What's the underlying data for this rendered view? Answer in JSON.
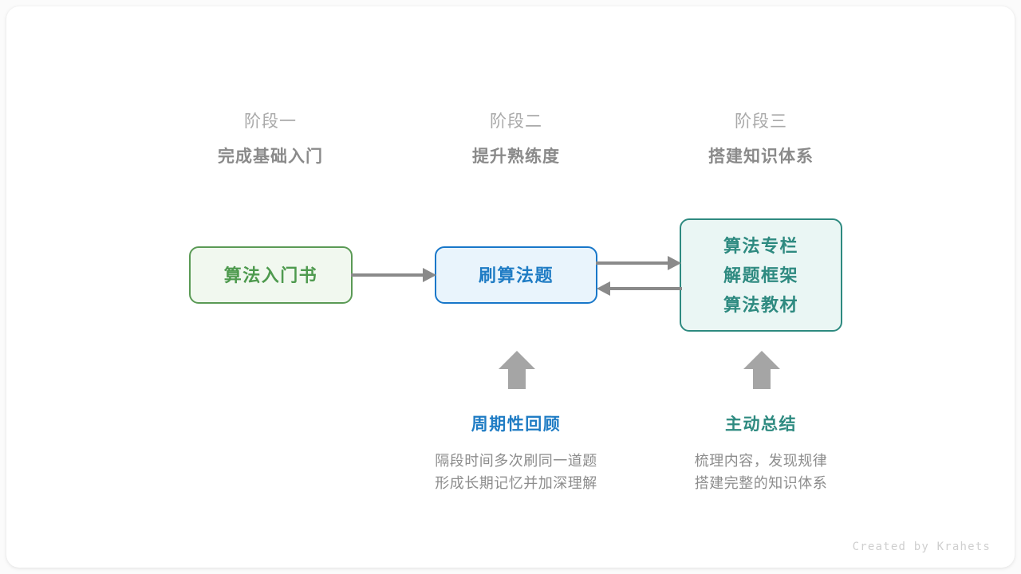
{
  "canvas": {
    "background": "#ffffff",
    "page_background": "#fbfbfb"
  },
  "stages": [
    {
      "index_label": "阶段一",
      "title": "完成基础入门"
    },
    {
      "index_label": "阶段二",
      "title": "提升熟练度"
    },
    {
      "index_label": "阶段三",
      "title": "搭建知识体系"
    }
  ],
  "nodes": [
    {
      "id": "intro-book",
      "lines": [
        "算法入门书"
      ],
      "text_color": "#4e9a4e",
      "border_color": "#5a9a55",
      "fill_color": "#f1f8ef"
    },
    {
      "id": "practice-problems",
      "lines": [
        "刷算法题"
      ],
      "text_color": "#1f7cc4",
      "border_color": "#1877c9",
      "fill_color": "#e9f4fc"
    },
    {
      "id": "knowledge-resources",
      "lines": [
        "算法专栏",
        "解题框架",
        "算法教材"
      ],
      "text_color": "#2e8a80",
      "border_color": "#2e8a80",
      "fill_color": "#eaf6f4"
    }
  ],
  "connectors": [
    {
      "id": "book-to-practice",
      "direction": "right",
      "color": "#8a8a8a"
    },
    {
      "id": "practice-to-resources",
      "direction": "right",
      "color": "#8a8a8a"
    },
    {
      "id": "resources-to-practice",
      "direction": "left",
      "color": "#8a8a8a"
    }
  ],
  "notes": [
    {
      "id": "periodic-review",
      "arrow": "up-arrow-icon",
      "arrow_color": "#a5a5a5",
      "title": "周期性回顾",
      "title_color": "#1f7cc4",
      "desc_line1": "隔段时间多次刷同一道题",
      "desc_line2": "形成长期记忆并加深理解"
    },
    {
      "id": "active-summary",
      "arrow": "up-arrow-icon",
      "arrow_color": "#a5a5a5",
      "title": "主动总结",
      "title_color": "#2e8a80",
      "desc_line1": "梳理内容，发现规律",
      "desc_line2": "搭建完整的知识体系"
    }
  ],
  "credit": "Created by Krahets"
}
